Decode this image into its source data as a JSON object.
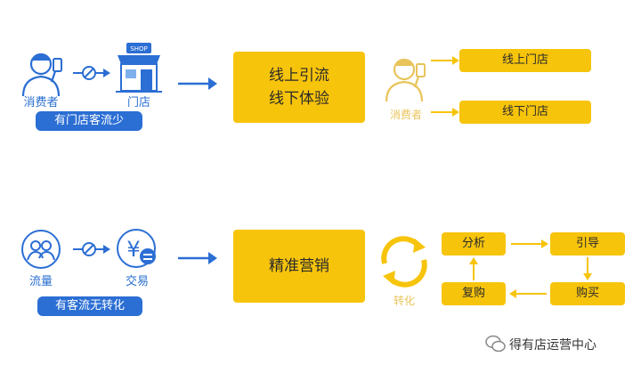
{
  "row1": {
    "consumer_label": "消费者",
    "store_label": "门店",
    "shop_sign": "SHOP",
    "problem": "有门店客流少",
    "solution_line1": "线上引流",
    "solution_line2": "线下体验",
    "consumer2_label": "消费者",
    "targets": [
      "线上门店",
      "线下门店"
    ]
  },
  "row2": {
    "traffic_label": "流量",
    "trade_label": "交易",
    "problem": "有客流无转化",
    "solution": "精准营销",
    "cycle_label": "转化",
    "steps": {
      "analyze": "分析",
      "guide": "引导",
      "buy": "购买",
      "rebuy": "复购"
    }
  },
  "watermark": "得有店运营中心",
  "colors": {
    "blue": "#2b6ed4",
    "yellow": "#f7c40c",
    "gold": "#e8c45a"
  }
}
